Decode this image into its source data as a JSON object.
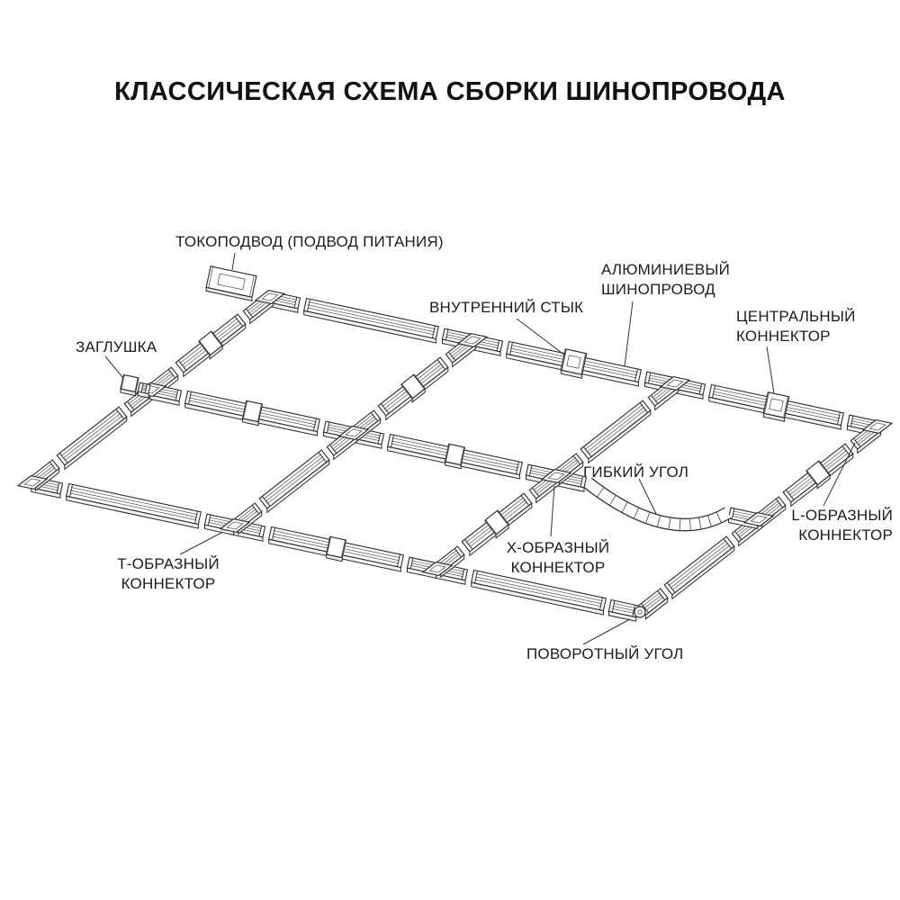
{
  "title": "КЛАССИЧЕСКАЯ СХЕМА СБОРКИ ШИНОПРОВОДА",
  "diagram": {
    "colors": {
      "line": "#2b2b2b",
      "fill": "#ffffff",
      "shade": "#f3f3f3",
      "text": "#1c1c1c",
      "leader": "#333333"
    },
    "grid": {
      "rows": 2,
      "cols": 3
    },
    "labels": {
      "power_feed": "ТОКОПОДВОД (ПОДВОД ПИТАНИЯ)",
      "end_cap": "ЗАГЛУШКА",
      "inner_joint": "ВНУТРЕННИЙ СТЫК",
      "aluminum_track": "АЛЮМИНИЕВЫЙ ШИНОПРОВОД",
      "central_connector": "ЦЕНТРАЛЬНЫЙ КОННЕКТОР",
      "flexible_corner": "ГИБКИЙ УГОЛ",
      "l_connector": "L-ОБРАЗНЫЙ КОННЕКТОР",
      "t_connector": "Т-ОБРАЗНЫЙ КОННЕКТОР",
      "x_connector": "Х-ОБРАЗНЫЙ КОННЕКТОР",
      "rotary_corner": "ПОВОРОТНЫЙ УГОЛ"
    }
  }
}
